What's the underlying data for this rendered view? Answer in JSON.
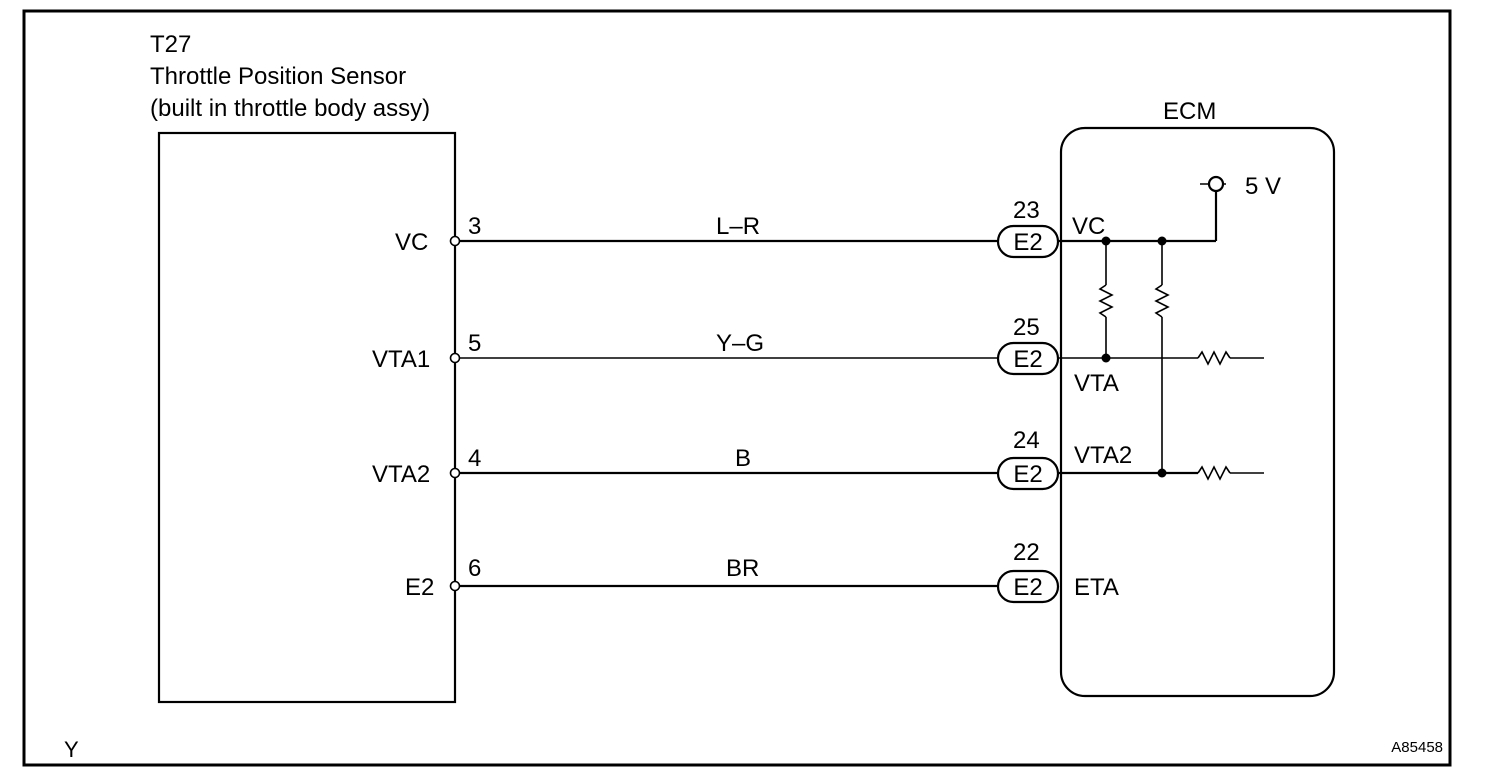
{
  "sensor": {
    "code": "T27",
    "title": "Throttle Position Sensor",
    "subtitle": "(built in throttle body assy)"
  },
  "ecm": {
    "title": "ECM",
    "supply": "5 V"
  },
  "circuits": [
    {
      "sensor_terminal": "VC",
      "sensor_pin": "3",
      "wire": "L–R",
      "ecm_pin": "23",
      "connector": "E2",
      "ecm_terminal": "VC"
    },
    {
      "sensor_terminal": "VTA1",
      "sensor_pin": "5",
      "wire": "Y–G",
      "ecm_pin": "25",
      "connector": "E2",
      "ecm_terminal": "VTA"
    },
    {
      "sensor_terminal": "VTA2",
      "sensor_pin": "4",
      "wire": "B",
      "ecm_pin": "24",
      "connector": "E2",
      "ecm_terminal": "VTA2"
    },
    {
      "sensor_terminal": "E2",
      "sensor_pin": "6",
      "wire": "BR",
      "ecm_pin": "22",
      "connector": "E2",
      "ecm_terminal": "ETA"
    }
  ],
  "footer": {
    "left": "Y",
    "right": "A85458"
  }
}
